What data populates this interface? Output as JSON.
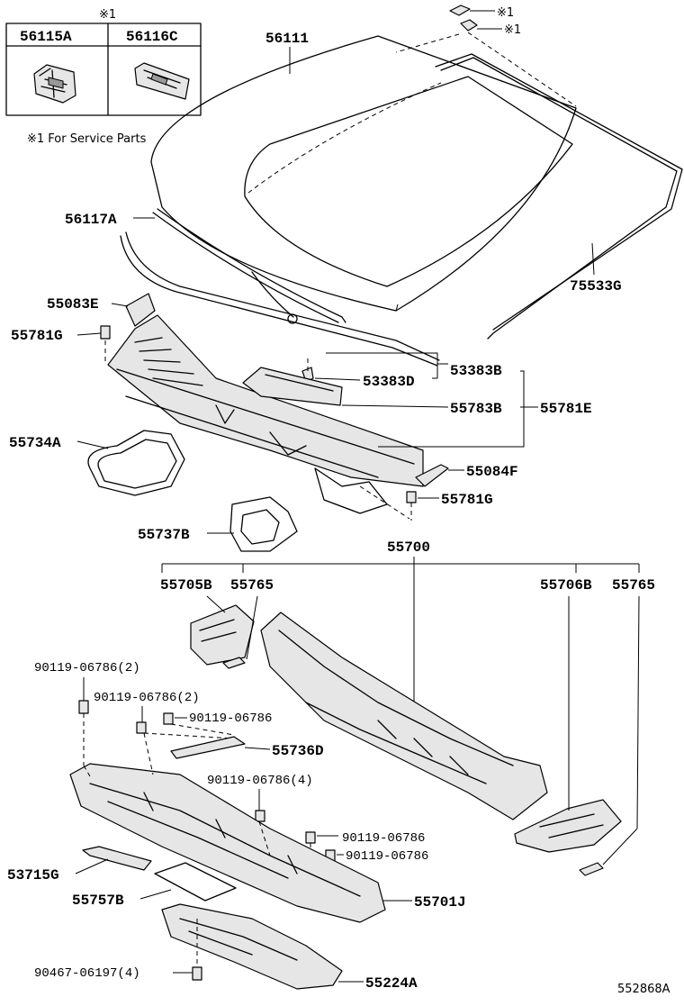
{
  "inset_note_mark": "※1",
  "inset": {
    "headers": [
      "56115A",
      "56116C"
    ],
    "footnote": "※1 For Service Parts"
  },
  "clip_marks": [
    "※1",
    "※1"
  ],
  "labels": {
    "p56111": "56111",
    "p56117A": "56117A",
    "p75533G": "75533G",
    "p55083E": "55083E",
    "p55781G_a": "55781G",
    "p53383D": "53383D",
    "p53383B": "53383B",
    "p55783B": "55783B",
    "p55781E": "55781E",
    "p55734A": "55734A",
    "p55084F": "55084F",
    "p55781G_b": "55781G",
    "p55737B": "55737B",
    "p55700": "55700",
    "p55705B": "55705B",
    "p55765_a": "55765",
    "p55706B": "55706B",
    "p55765_b": "55765",
    "b1": "90119-06786(2)",
    "b2": "90119-06786(2)",
    "b3": "90119-06786",
    "p55736D": "55736D",
    "b4": "90119-06786(4)",
    "b5": "90119-06786",
    "b6": "90119-06786",
    "p53715G": "53715G",
    "p55757B": "55757B",
    "p55701J": "55701J",
    "b7": "90467-06197(4)",
    "p55224A": "55224A"
  },
  "figure_id": "552868A"
}
